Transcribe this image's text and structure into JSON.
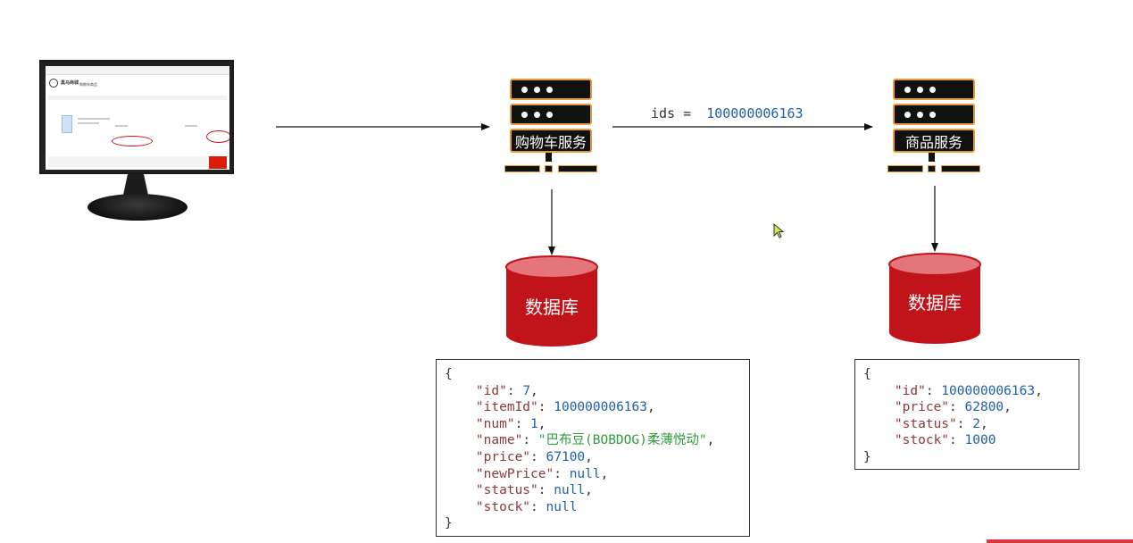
{
  "client": {
    "mini_brand": "黑马商城",
    "mini_title": "购物车商品"
  },
  "cart_service": {
    "label": "购物车服务"
  },
  "item_service": {
    "label": "商品服务"
  },
  "request": {
    "param_key": "ids",
    "param_eq": "=",
    "param_value": "100000006163"
  },
  "cart_db": {
    "label": "数据库"
  },
  "item_db": {
    "label": "数据库"
  },
  "cart_json": {
    "open": "{",
    "close": "}",
    "fields": [
      {
        "key": "\"id\"",
        "value": "7",
        "type": "n",
        "comma": ","
      },
      {
        "key": "\"itemId\"",
        "value": "100000006163",
        "type": "n",
        "comma": ","
      },
      {
        "key": "\"num\"",
        "value": "1",
        "type": "n",
        "comma": ","
      },
      {
        "key": "\"name\"",
        "value": "\"巴布豆(BOBDOG)柔薄悦动\"",
        "type": "s",
        "comma": ","
      },
      {
        "key": "\"price\"",
        "value": "67100",
        "type": "n",
        "comma": ","
      },
      {
        "key": "\"newPrice\"",
        "value": "null",
        "type": "n",
        "comma": ","
      },
      {
        "key": "\"status\"",
        "value": "null",
        "type": "n",
        "comma": ","
      },
      {
        "key": "\"stock\"",
        "value": "null",
        "type": "n",
        "comma": ""
      }
    ]
  },
  "item_json": {
    "open": "{",
    "close": "}",
    "fields": [
      {
        "key": "\"id\"",
        "value": "100000006163",
        "type": "n",
        "comma": ","
      },
      {
        "key": "\"price\"",
        "value": "62800",
        "type": "n",
        "comma": ","
      },
      {
        "key": "\"status\"",
        "value": "2",
        "type": "n",
        "comma": ","
      },
      {
        "key": "\"stock\"",
        "value": "1000",
        "type": "n",
        "comma": ""
      }
    ]
  },
  "colors": {
    "db_red": "#c0141a",
    "db_top": "#e4757a",
    "server_accent": "#e79b3f",
    "json_key": "#8b3a3a",
    "json_number": "#1f5fa8",
    "json_string": "#2e9a3c"
  }
}
